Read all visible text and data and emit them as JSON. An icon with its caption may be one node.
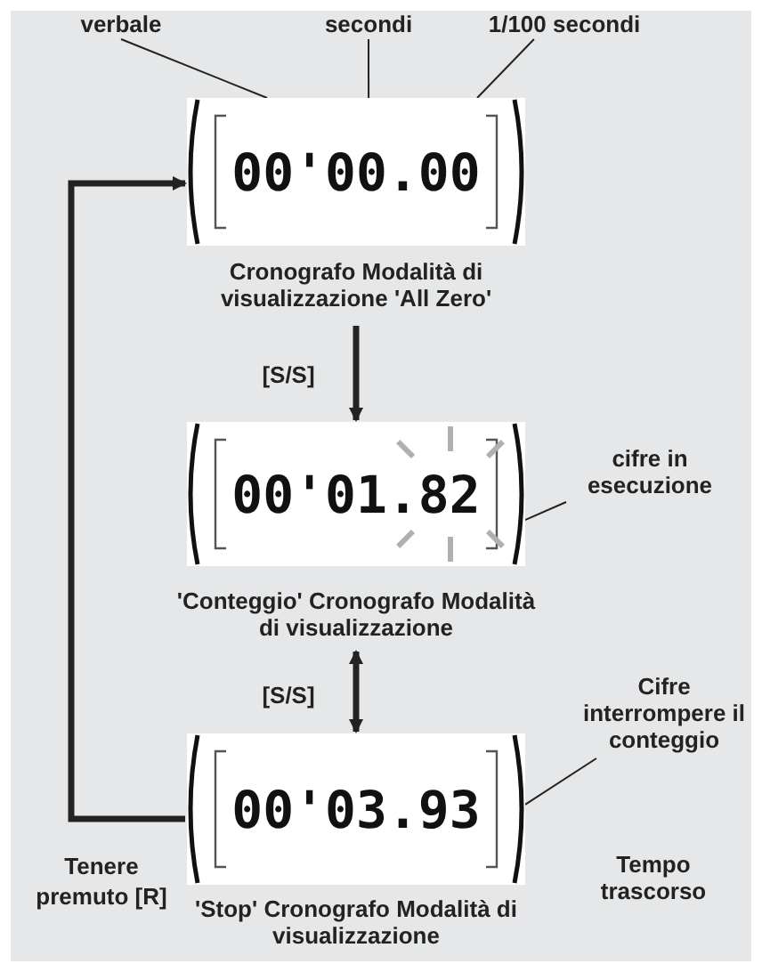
{
  "diagram": {
    "nodes": [
      {
        "text": [
          "verbale"
        ]
      },
      {
        "text": [
          "secondi"
        ]
      },
      {
        "text": [
          "1/100 secondi"
        ]
      },
      {
        "text": [
          "00'00.00"
        ],
        "beside": [
          "Cronografo Modalità di visualizzazione 'All Zero'"
        ]
      },
      {
        "text": [
          "cifre in esecuzione"
        ]
      },
      {
        "text": [
          "00'01.82"
        ],
        "beside": [
          "'Conteggio' Cronografo Modalità di visualizzazione"
        ]
      },
      {
        "text": [
          "Cifre interrompere il conteggio"
        ]
      },
      {
        "text": [
          "00'03.93"
        ],
        "beside": [
          "'Stop' Cronografo Modalità di visualizzazione"
        ]
      }
    ],
    "edges": [
      {
        "from": 0,
        "to": 3,
        "arrow": "none"
      },
      {
        "from": 1,
        "to": 3,
        "arrow": "none"
      },
      {
        "from": 2,
        "to": 3,
        "arrow": "none"
      },
      {
        "from": 3,
        "to": 5,
        "arrow": "to",
        "label": "[S/S]",
        "style": "thick"
      },
      {
        "from": 4,
        "to": 5,
        "arrow": "none"
      },
      {
        "from": 5,
        "to": 7,
        "arrow": "both",
        "label": "[S/S]",
        "style": "thick"
      },
      {
        "from": 6,
        "to": 7,
        "arrow": "none"
      },
      {
        "from": 7,
        "to": 3,
        "arrow": "to",
        "label": "Tenere premuto [R]",
        "style": "thick"
      }
    ],
    "labels": [
      "Tempo trascorso"
    ]
  }
}
